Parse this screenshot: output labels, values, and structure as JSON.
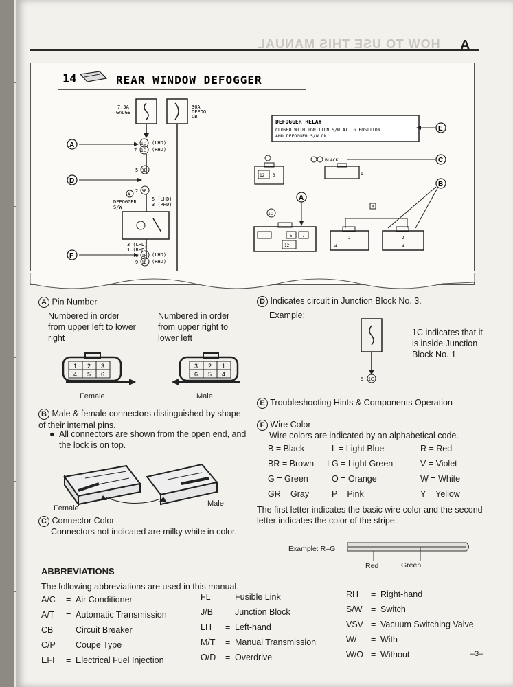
{
  "header": {
    "letter": "A",
    "ghost_title": "HOW TO USE THIS MANUAL"
  },
  "diagram": {
    "number": "14",
    "title": "REAR WINDOW DEFOGGER",
    "gauge_label": "7.5A\nGAUGE",
    "cb_label": "30A\nDEFOG\nCB",
    "pin_rows_top": [
      "5 1C (LHD)",
      "7 1C (RHD)"
    ],
    "pin_3b": "5 3B",
    "pin_3e": "2 3E",
    "switch_label": "DEFOGGER\nS/W",
    "pin_lhd_rhd": [
      "3 (LHD)",
      "1 (RHD)"
    ],
    "switch_bottom_pins": [
      "3 (LHD)",
      "1 (RHD)"
    ],
    "pin_1f": [
      "6 1F (LHD)",
      "9 1D (RHD)"
    ],
    "relay_title": "DEFOGGER RELAY",
    "relay_text": "CLOSED WITH IGNITION S/W AT IG POSITION\nAND DEFOGGER S/W ON",
    "connector_color": "BLACK",
    "callouts": [
      "A",
      "B",
      "C",
      "D",
      "E",
      "F"
    ],
    "jb_label": "1C",
    "pin_numbers": [
      "12",
      "7",
      "5",
      "1",
      "2",
      "4"
    ]
  },
  "sections": {
    "a": {
      "letter": "A",
      "title": "Pin Number",
      "female_text": "Numbered in order from upper left to lower right",
      "male_text": "Numbered in order from upper right to lower left",
      "female_label": "Female",
      "male_label": "Male",
      "female_pins_top": [
        "1",
        "2",
        "3"
      ],
      "female_pins_bottom": [
        "4",
        "5",
        "6"
      ],
      "male_pins_top": [
        "3",
        "2",
        "1"
      ],
      "male_pins_bottom": [
        "6",
        "5",
        "4"
      ]
    },
    "b": {
      "letter": "B",
      "title": "Male & female connectors distinguished by shape of their internal pins.",
      "bullet": "All connectors are shown from the open end, and the lock is on top.",
      "female_label": "Female",
      "male_label": "Male"
    },
    "c": {
      "letter": "C",
      "title": "Connector Color",
      "text": "Connectors not indicated are milky white in color."
    },
    "d": {
      "letter": "D",
      "title": "Indicates circuit in Junction Block No. 3.",
      "example": "Example:",
      "note": "1C indicates that it is inside Junction Block No. 1.",
      "pin": "5",
      "pin_code": "1C"
    },
    "e": {
      "letter": "E",
      "title": "Troubleshooting Hints & Components Operation"
    },
    "f": {
      "letter": "F",
      "title": "Wire Color",
      "intro": "Wire colors are indicated by an alphabetical code.",
      "colors": [
        [
          "B",
          "Black"
        ],
        [
          "L",
          "Light Blue"
        ],
        [
          "R",
          "Red"
        ],
        [
          "BR",
          "Brown"
        ],
        [
          "LG",
          "Light Green"
        ],
        [
          "V",
          "Violet"
        ],
        [
          "G",
          "Green"
        ],
        [
          "O",
          "Orange"
        ],
        [
          "W",
          "White"
        ],
        [
          "GR",
          "Gray"
        ],
        [
          "P",
          "Pink"
        ],
        [
          "Y",
          "Yellow"
        ]
      ],
      "note": "The first letter indicates the basic wire color and the second letter indicates the color of the stripe.",
      "example": "Example: R–G",
      "red": "Red",
      "green": "Green"
    }
  },
  "abbreviations": {
    "heading": "ABBREVIATIONS",
    "intro": "The following abbreviations are used in this manual.",
    "col1": [
      [
        "A/C",
        "Air Conditioner"
      ],
      [
        "A/T",
        "Automatic Transmission"
      ],
      [
        "CB",
        "Circuit Breaker"
      ],
      [
        "C/P",
        "Coupe Type"
      ],
      [
        "EFI",
        "Electrical Fuel Injection"
      ]
    ],
    "col2": [
      [
        "FL",
        "Fusible Link"
      ],
      [
        "J/B",
        "Junction Block"
      ],
      [
        "LH",
        "Left-hand"
      ],
      [
        "M/T",
        "Manual Transmission"
      ],
      [
        "O/D",
        "Overdrive"
      ]
    ],
    "col3": [
      [
        "RH",
        "Right-hand"
      ],
      [
        "S/W",
        "Switch"
      ],
      [
        "VSV",
        "Vacuum Switching Valve"
      ],
      [
        "W/",
        "With"
      ],
      [
        "W/O",
        "Without"
      ]
    ]
  },
  "page_number": "–3–"
}
